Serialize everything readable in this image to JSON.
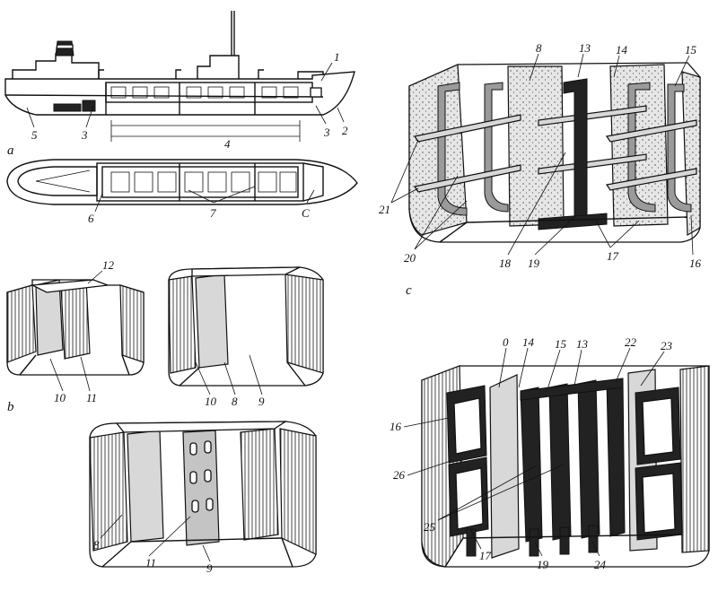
{
  "panels": {
    "a": "a",
    "b": "b",
    "c": "c"
  },
  "labels": {
    "ship_1": "1",
    "ship_2": "2",
    "ship_3a": "3",
    "ship_3b": "3",
    "ship_4": "4",
    "ship_5": "5",
    "plan_6": "6",
    "plan_7": "7",
    "plan_c": "C",
    "b1_12": "12",
    "b1_10": "10",
    "b1_11": "11",
    "b2_10": "10",
    "b2_8": "8",
    "b2_9": "9",
    "b3_8": "8",
    "b3_11": "11",
    "b3_9": "9",
    "c1_8": "8",
    "c1_13": "13",
    "c1_14": "14",
    "c1_15": "15",
    "c1_21": "21",
    "c1_20": "20",
    "c1_18": "18",
    "c1_19": "19",
    "c1_17": "17",
    "c1_16": "16",
    "c2_0": "0",
    "c2_14": "14",
    "c2_15": "15",
    "c2_13": "13",
    "c2_22": "22",
    "c2_23": "23",
    "c2_16": "16",
    "c2_26": "26",
    "c2_25": "25",
    "c2_17": "17",
    "c2_19": "19",
    "c2_24": "24"
  }
}
